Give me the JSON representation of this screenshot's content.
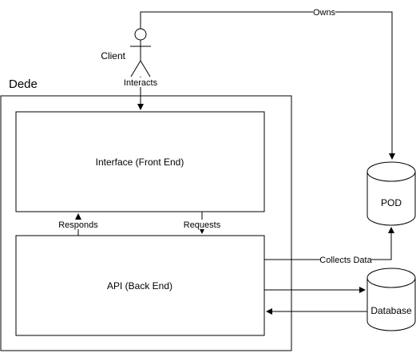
{
  "diagram": {
    "actor": {
      "label": "Client"
    },
    "container": {
      "title": "Dede"
    },
    "nodes": {
      "interface": "Interface (Front End)",
      "api": "API (Back End)",
      "pod": "POD",
      "database": "Database"
    },
    "edges": {
      "owns": "Owns",
      "interacts": "Interacts",
      "responds": "Responds",
      "requests": "Requests",
      "collects_data": "Collects Data"
    }
  }
}
